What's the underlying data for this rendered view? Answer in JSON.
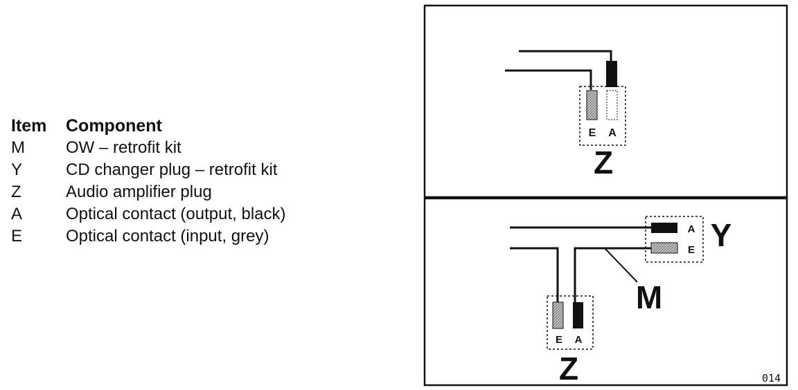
{
  "legend": {
    "header_item": "Item",
    "header_component": "Component",
    "rows": [
      {
        "item": "M",
        "component": "OW – retrofit kit"
      },
      {
        "item": "Y",
        "component": "CD changer plug – retrofit kit"
      },
      {
        "item": "Z",
        "component": "Audio amplifier plug"
      },
      {
        "item": "A",
        "component": "Optical contact (output, black)"
      },
      {
        "item": "E",
        "component": "Optical contact (input, grey)"
      }
    ]
  },
  "diagram": {
    "top": {
      "contact_e": "E",
      "contact_a": "A",
      "plug": "Z"
    },
    "bottom": {
      "plug_y": "Y",
      "y_contact_a": "A",
      "y_contact_e": "E",
      "kit_m": "M",
      "contact_e": "E",
      "contact_a": "A",
      "plug": "Z",
      "figure_number": "014"
    }
  }
}
